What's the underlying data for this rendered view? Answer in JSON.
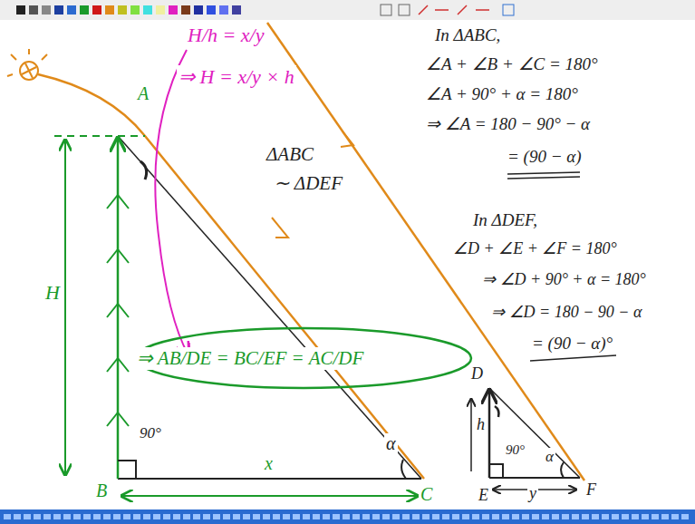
{
  "diagram": {
    "nodes": [
      {
        "text": [
          "⇒ AB/DE = BC/EF = AC/DF"
        ]
      }
    ],
    "labels": [
      "H/h = x/y",
      "⇒ H = x/y × h",
      "ΔABC",
      "∼ ΔDEF",
      "A",
      "H",
      "90°",
      "α",
      "B",
      "x",
      "C",
      "In ΔABC,",
      "∠A + ∠B + ∠C = 180°",
      "∠A + 90° + α = 180°",
      "⇒ ∠A = 180 − 90° − α",
      "= (90 − α)",
      "In ΔDEF,",
      "∠D + ∠E + ∠F = 180°",
      "⇒ ∠D + 90° + α = 180°",
      "⇒ ∠D = 180 − 90 − α",
      "= (90 − α)°",
      "D",
      "h",
      "90°",
      "α",
      "E",
      "y",
      "F"
    ]
  }
}
